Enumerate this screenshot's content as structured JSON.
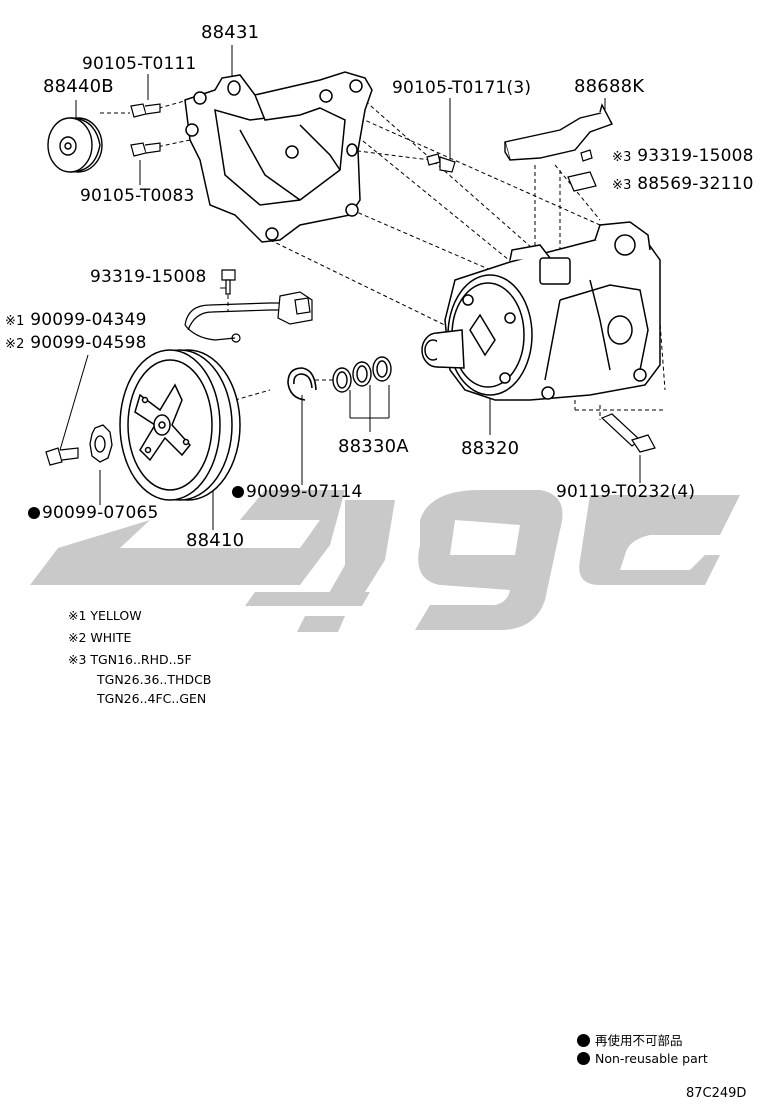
{
  "parts": {
    "p88431": "88431",
    "p90105_T0111": "90105-T0111",
    "p88440B": "88440B",
    "p90105_T0083": "90105-T0083",
    "p90105_T0171": "90105-T0171(3)",
    "p88688K": "88688K",
    "p93319_15008_r": "93319-15008",
    "p88569_32110": "88569-32110",
    "p93319_15008_l": "93319-15008",
    "p90099_04349": "90099-04349",
    "p90099_04598": "90099-04598",
    "p88330A": "88330A",
    "p88320": "88320",
    "p90099_07114": "90099-07114",
    "p90119_T0232": "90119-T0232(4)",
    "p90099_07065": "90099-07065",
    "p88410": "88410"
  },
  "marks": {
    "m1": "※1",
    "m2": "※2",
    "m3": "※3"
  },
  "notes": {
    "n1": "※1 YELLOW",
    "n2": "※2 WHITE",
    "n3a": "※3 TGN16..RHD..5F",
    "n3b": "TGN26.36..THDCB",
    "n3c": "TGN26..4FC..GEN"
  },
  "legend": {
    "jp": "再使用不可部品",
    "en": "Non-reusable part"
  },
  "diagram_code": "87C249D",
  "colors": {
    "watermark": "#c9c9c9",
    "line": "#000000"
  }
}
